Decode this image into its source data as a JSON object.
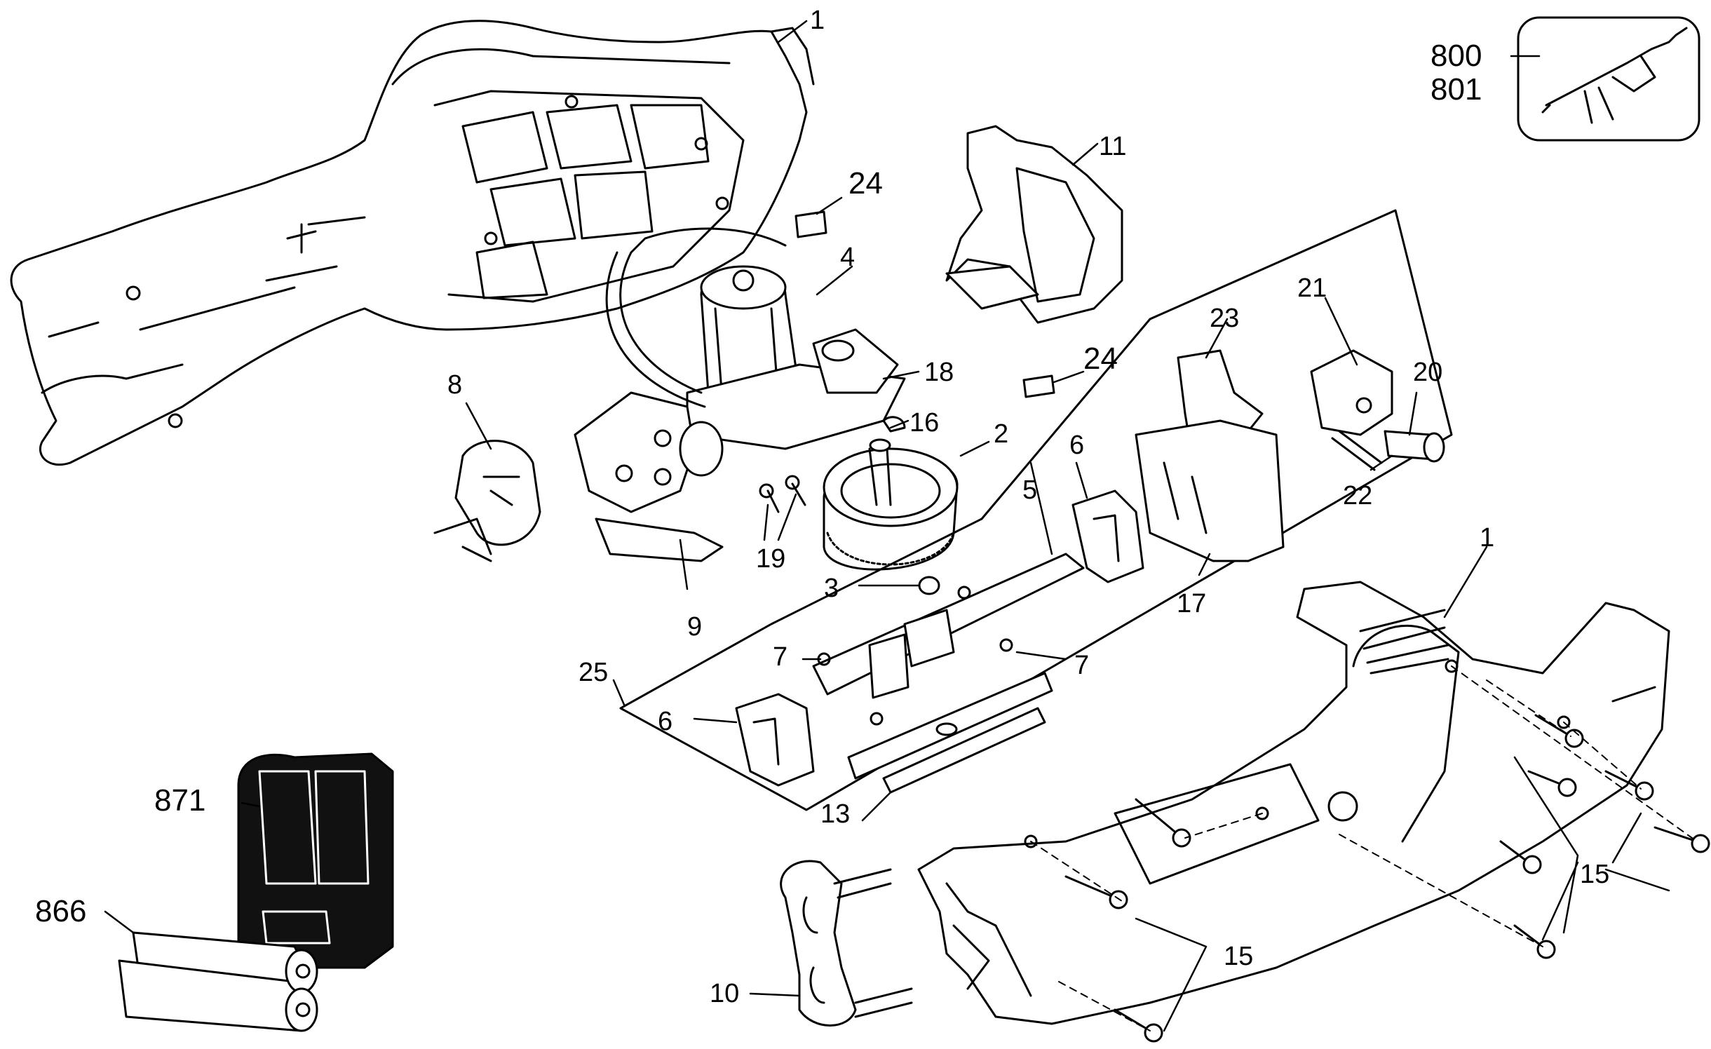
{
  "labels": {
    "l1a": "1",
    "l24a": "24",
    "l11": "11",
    "l800": "800",
    "l801": "801",
    "l4": "4",
    "l18": "18",
    "l24b": "24",
    "l8": "8",
    "l23": "23",
    "l21": "21",
    "l20": "20",
    "l16": "16",
    "l2": "2",
    "l6a": "6",
    "l5": "5",
    "l22": "22",
    "l19": "19",
    "l3": "3",
    "l9": "9",
    "l17": "17",
    "l1b": "1",
    "l7a": "7",
    "l7b": "7",
    "l25": "25",
    "l6b": "6",
    "l871": "871",
    "l13": "13",
    "l15a": "15",
    "l866": "866",
    "l15b": "15",
    "l10": "10"
  }
}
